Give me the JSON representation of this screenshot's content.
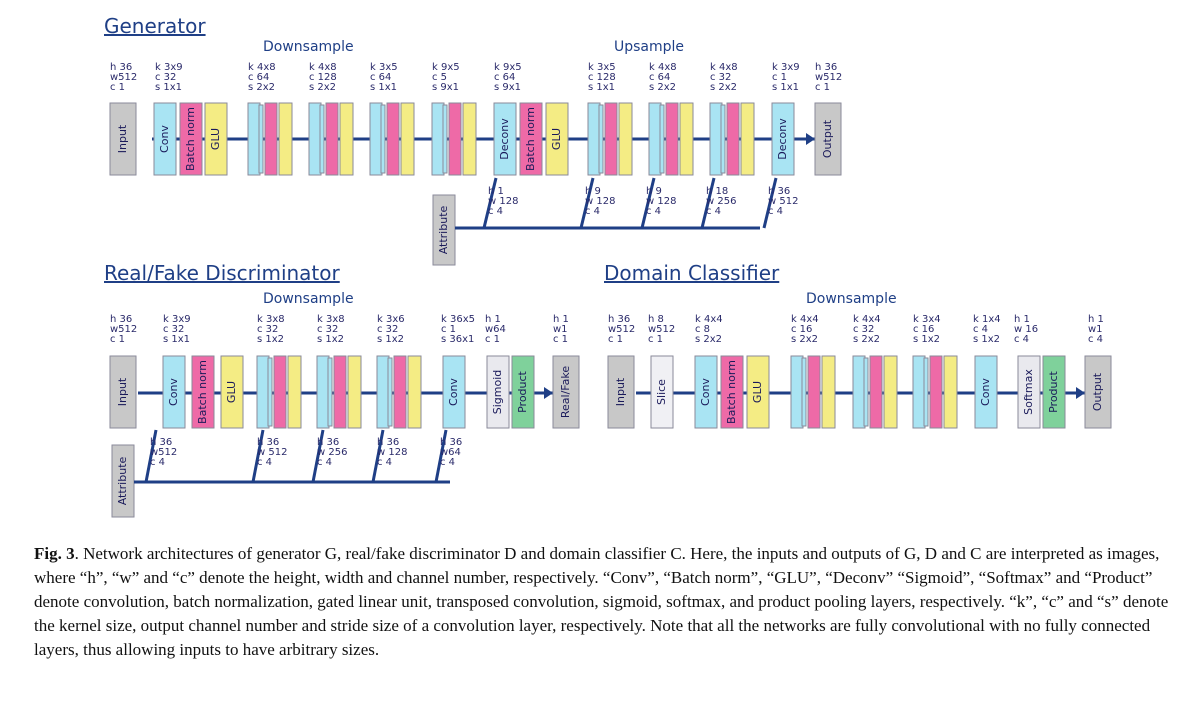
{
  "generator": {
    "title": "Generator",
    "downsample_label": "Downsample",
    "upsample_label": "Upsample",
    "input_dims": [
      "h 36",
      "w512",
      "c 1"
    ],
    "output_dims": [
      "h 36",
      "w512",
      "c 1"
    ],
    "layer_params": [
      [
        "k 3x9",
        "c 32",
        "s 1x1"
      ],
      [
        "k 4x8",
        "c 64",
        "s 2x2"
      ],
      [
        "k 4x8",
        "c 128",
        "s 2x2"
      ],
      [
        "k 3x5",
        "c 64",
        "s 1x1"
      ],
      [
        "k 9x5",
        "c 5",
        "s 9x1"
      ],
      [
        "k 9x5",
        "c 64",
        "s 9x1"
      ],
      [
        "k 3x5",
        "c 128",
        "s 1x1"
      ],
      [
        "k 4x8",
        "c 64",
        "s 2x2"
      ],
      [
        "k 4x8",
        "c 32",
        "s 2x2"
      ],
      [
        "k 3x9",
        "c 1",
        "s 1x1"
      ]
    ],
    "attr_dims": [
      [
        "h 1",
        "w 128",
        "c 4"
      ],
      [
        "h 9",
        "w 128",
        "c 4"
      ],
      [
        "h 9",
        "w 128",
        "c 4"
      ],
      [
        "h 18",
        "w 256",
        "c 4"
      ],
      [
        "h 36",
        "w 512",
        "c 4"
      ]
    ]
  },
  "discriminator": {
    "title": "Real/Fake Discriminator",
    "downsample_label": "Downsample",
    "input_dims": [
      "h 36",
      "w512",
      "c 1"
    ],
    "output_dims": [
      "h 1",
      "w1",
      "c 1"
    ],
    "layer_params": [
      [
        "k 3x9",
        "c 32",
        "s 1x1"
      ],
      [
        "k 3x8",
        "c 32",
        "s 1x2"
      ],
      [
        "k 3x8",
        "c 32",
        "s 1x2"
      ],
      [
        "k 3x6",
        "c 32",
        "s 1x2"
      ],
      [
        "k 36x5",
        "c 1",
        "s 36x1"
      ],
      [
        "h 1",
        "w64",
        "c 1"
      ]
    ],
    "attr_dims": [
      [
        "h 36",
        "w512",
        "c 4"
      ],
      [
        "h 36",
        "w 512",
        "c 4"
      ],
      [
        "h 36",
        "w 256",
        "c 4"
      ],
      [
        "h 36",
        "w 128",
        "c 4"
      ],
      [
        "h 36",
        "w64",
        "c 4"
      ]
    ]
  },
  "classifier": {
    "title": "Domain Classifier",
    "downsample_label": "Downsample",
    "input_dims": [
      "h 36",
      "w512",
      "c 1"
    ],
    "slice_dims": [
      "h 8",
      "w512",
      "c 1"
    ],
    "output_dims": [
      "h 1",
      "w1",
      "c 4"
    ],
    "layer_params": [
      [
        "k 4x4",
        "c 8",
        "s 2x2"
      ],
      [
        "k 4x4",
        "c 16",
        "s 2x2"
      ],
      [
        "k 4x4",
        "c 32",
        "s 2x2"
      ],
      [
        "k 3x4",
        "c 16",
        "s 1x2"
      ],
      [
        "k 1x4",
        "c 4",
        "s 1x2"
      ],
      [
        "h 1",
        "w 16",
        "c 4"
      ]
    ]
  },
  "block_labels": {
    "input": "Input",
    "output": "Output",
    "conv": "Conv",
    "batch_norm": "Batch norm",
    "glu": "GLU",
    "deconv": "Deconv",
    "attribute": "Attribute",
    "sigmoid": "Sigmoid",
    "product": "Product",
    "real_fake": "Real/Fake",
    "slice": "Slice",
    "softmax": "Softmax"
  },
  "colors": {
    "title": "#1f3f86",
    "line": "#1f3f86",
    "gray_block": "#c8c8c8",
    "conv": "#a9e4f3",
    "batch_norm": "#ee6aa7",
    "glu": "#f4ec84",
    "product": "#7fd19b"
  },
  "caption": {
    "fig_label": "Fig. 3",
    "text": ". Network architectures of generator G, real/fake discriminator D and domain classifier C. Here, the inputs and outputs of G, D and C are interpreted as images, where “h”, “w” and “c” denote the height, width and channel number, respectively. “Conv”, “Batch norm”, “GLU”, “Deconv” “Sigmoid”, “Softmax” and “Product” denote convolution, batch normalization, gated linear unit, transposed convolution, sigmoid, softmax, and product pooling layers, respectively. “k”, “c” and “s” denote the kernel size, output channel number and stride size of a convolution layer, respectively. Note that all the networks are fully convolutional with no fully connected layers, thus allowing inputs to have arbitrary sizes."
  }
}
